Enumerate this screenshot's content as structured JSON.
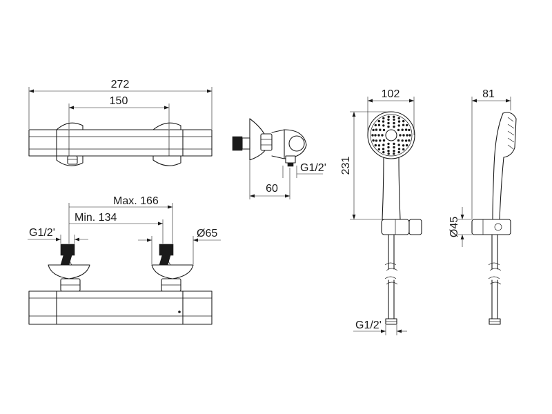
{
  "dimensions": {
    "overall_width": "272",
    "connection_centers": "150",
    "depth": "60",
    "side_thread": "G1/2'",
    "max_center": "Max. 166",
    "min_center": "Min. 134",
    "inlet_thread": "G1/2'",
    "flange_diameter": "Ø65",
    "shower_head_width": "102",
    "shower_head_length": "231",
    "shower_head_depth": "81",
    "holder_diameter": "Ø45",
    "hose_thread": "G1/2'"
  }
}
